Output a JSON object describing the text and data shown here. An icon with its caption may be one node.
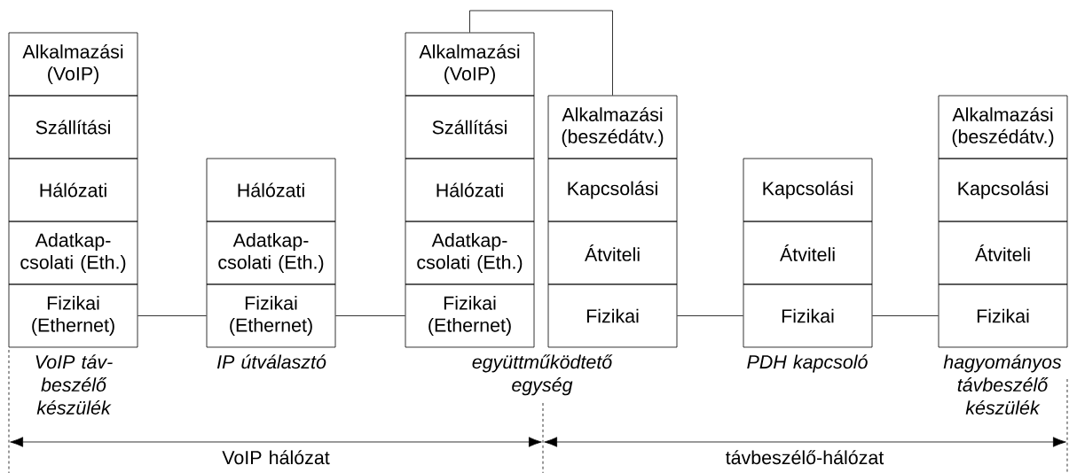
{
  "diagram": {
    "nodes": [
      {
        "text": [
          "Alkalmazási (VoIP)"
        ]
      },
      {
        "text": [
          "Szállítási"
        ]
      },
      {
        "text": [
          "Hálózati"
        ]
      },
      {
        "text": [
          "Adatkap- csolati (Eth.)"
        ]
      },
      {
        "text": [
          "Fizikai (Ethernet)"
        ]
      },
      {
        "text": [
          "Hálózati"
        ]
      },
      {
        "text": [
          "Adatkap- csolati (Eth.)"
        ]
      },
      {
        "text": [
          "Fizikai (Ethernet)"
        ]
      },
      {
        "text": [
          "Alkalmazási (VoIP)"
        ]
      },
      {
        "text": [
          "Szállítási"
        ]
      },
      {
        "text": [
          "Hálózati"
        ]
      },
      {
        "text": [
          "Adatkap- csolati (Eth.)"
        ]
      },
      {
        "text": [
          "Fizikai (Ethernet)"
        ]
      },
      {
        "text": [
          "Alkalmazási (beszédátv.)"
        ]
      },
      {
        "text": [
          "Kapcsolási"
        ]
      },
      {
        "text": [
          "Átviteli"
        ]
      },
      {
        "text": [
          "Fizikai"
        ]
      },
      {
        "text": [
          "Kapcsolási"
        ]
      },
      {
        "text": [
          "Átviteli"
        ]
      },
      {
        "text": [
          "Fizikai"
        ]
      },
      {
        "text": [
          "Alkalmazási (beszédátv.)"
        ]
      },
      {
        "text": [
          "Kapcsolási"
        ]
      },
      {
        "text": [
          "Átviteli"
        ]
      },
      {
        "text": [
          "Fizikai"
        ]
      }
    ],
    "edges": [
      {
        "from": 4,
        "to": 7,
        "arrow": "none"
      },
      {
        "from": 7,
        "to": 12,
        "arrow": "none"
      },
      {
        "from": 8,
        "to": 13,
        "arrow": "none"
      },
      {
        "from": 16,
        "to": 19,
        "arrow": "none"
      },
      {
        "from": 19,
        "to": 23,
        "arrow": "none"
      }
    ],
    "labels": [
      "VoIP táv- beszélő készülék",
      "IP útválasztó",
      "együttműködtető egység",
      "PDH kapcsoló",
      "hagyományos távbeszélő készülék",
      "VoIP hálózat",
      "távbeszélő-hálózat"
    ]
  }
}
